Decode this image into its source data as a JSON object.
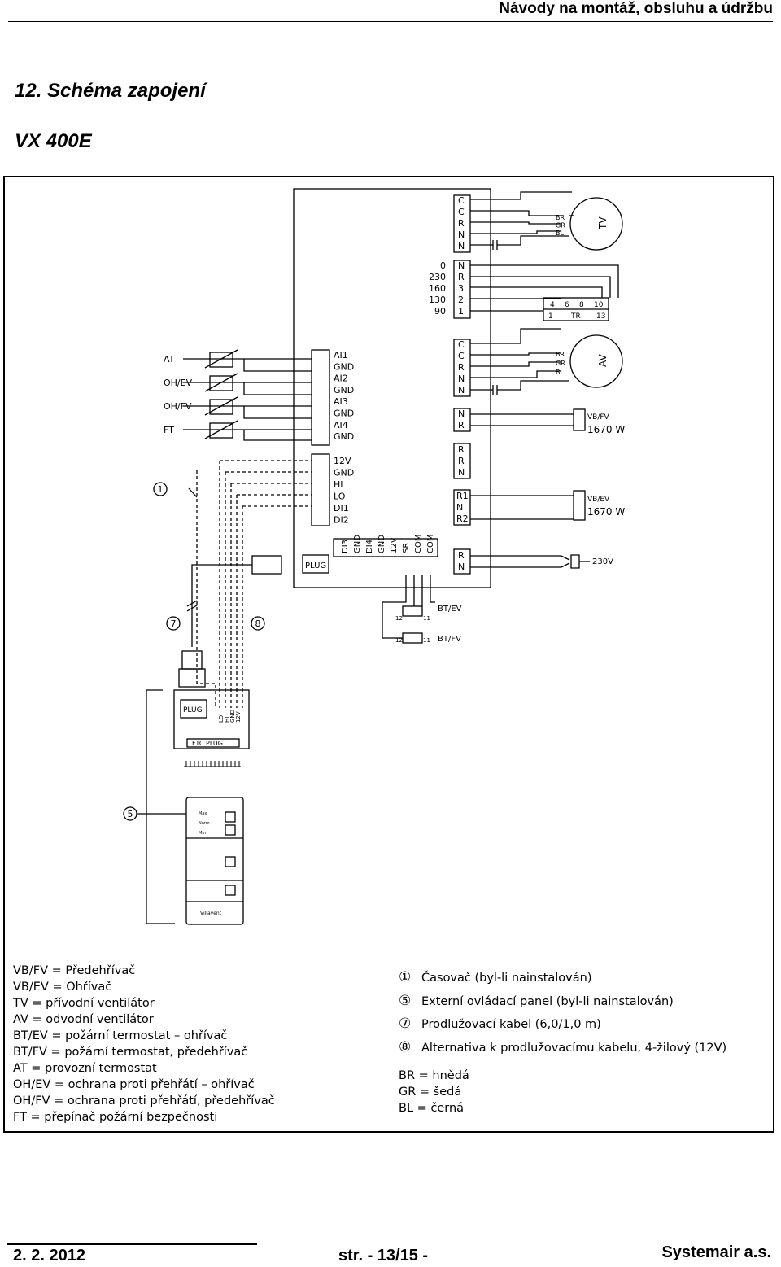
{
  "header": {
    "title": "Návody na montáž, obsluhu a údržbu"
  },
  "section": {
    "title": "12.  Schéma zapojení",
    "model": "VX 400E"
  },
  "diagram": {
    "left_terminals": [
      "AI1",
      "GND",
      "AI2",
      "GND",
      "AI3",
      "GND",
      "AI4",
      "GND"
    ],
    "left_terminals_2": [
      "12V",
      "GND",
      "HI",
      "LO",
      "DI1",
      "DI2"
    ],
    "bottom_terminals": [
      "DI3",
      "GND",
      "DI4",
      "GND",
      "12V",
      "SR",
      "COM",
      "COM"
    ],
    "plug_label": "PLUG",
    "sensors": [
      "AT",
      "OH/EV",
      "OH/FV",
      "FT"
    ],
    "tv_block": [
      "C",
      "C",
      "R",
      "N",
      "N"
    ],
    "tv_wires": [
      "BR",
      "GR",
      "BL"
    ],
    "tv_label": "TV",
    "voltage_labels": [
      "0",
      "230",
      "160",
      "130",
      "90"
    ],
    "transformer_terminals": [
      "N",
      "R",
      "3",
      "2",
      "1"
    ],
    "transformer_top": [
      "4",
      "6",
      "8",
      "10"
    ],
    "transformer_bottom": [
      "1",
      "TR",
      "13"
    ],
    "av_block": [
      "C",
      "C",
      "R",
      "N",
      "N"
    ],
    "av_wires": [
      "BR",
      "GR",
      "BL"
    ],
    "av_label": "AV",
    "vbfv_block": [
      "N",
      "R"
    ],
    "vbfv_label": "VB/FV",
    "vbfv_power": "1670 W",
    "rrn_block": [
      "R",
      "R",
      "N"
    ],
    "vbev_block": [
      "R1",
      "N",
      "R2"
    ],
    "vbev_label": "VB/EV",
    "vbev_power": "1670 W",
    "mains_block": [
      "R",
      "N"
    ],
    "mains_label": "230V",
    "thermostats": [
      "BT/EV",
      "BT/FV"
    ],
    "thermo_pins": [
      "12",
      "11"
    ],
    "callouts": [
      "①",
      "⑦",
      "⑧",
      "⑤"
    ],
    "ftc_plug": {
      "plug": "PLUG",
      "label": "FTC PLUG",
      "pins": [
        "LO",
        "HI",
        "GND",
        "12V"
      ]
    },
    "panel": {
      "modes": [
        "Max",
        "Norm",
        "Min"
      ],
      "brand": "Villavent"
    }
  },
  "legend_left": [
    "VB/FV = Předehřívač",
    "VB/EV = Ohřívač",
    "TV = přívodní ventilátor",
    "AV = odvodní ventilátor",
    "BT/EV = požární termostat – ohřívač",
    "BT/FV = požární termostat, předehřívač",
    "AT = provozní termostat",
    "OH/EV = ochrana proti přehřátí – ohřívač",
    "OH/FV = ochrana proti přehřátí, předehřívač",
    "FT = přepínač požární bezpečnosti"
  ],
  "legend_right": [
    {
      "num": "①",
      "text": "Časovač (byl-li nainstalován)"
    },
    {
      "num": "⑤",
      "text": "Externí ovládací panel (byl-li nainstalován)"
    },
    {
      "num": "⑦",
      "text": "Prodlužovací kabel (6,0/1,0 m)"
    },
    {
      "num": "⑧",
      "text": "Alternativa k prodlužovacímu kabelu, 4-žilový (12V)"
    }
  ],
  "legend_colors": [
    "BR = hnědá",
    "GR = šedá",
    "BL = černá"
  ],
  "footer": {
    "date": "2. 2. 2012",
    "page": "str. - 13/15 -",
    "company": "Systemair a.s."
  }
}
